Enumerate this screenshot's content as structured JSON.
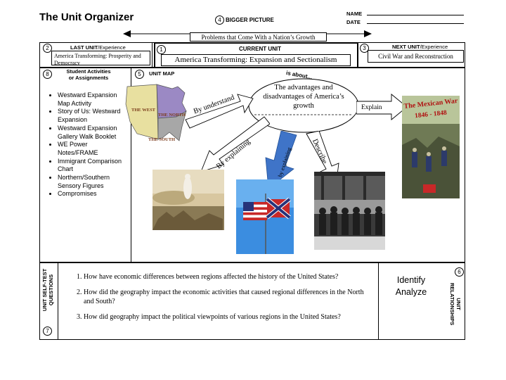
{
  "header": {
    "title": "The Unit Organizer",
    "bigger_picture_num": "4",
    "bigger_picture_label": "BIGGER PICTURE",
    "name_label": "NAME",
    "date_label": "DATE"
  },
  "bigger_picture": {
    "text": "Problems that Come With a Nation’s Growth"
  },
  "last_unit": {
    "num": "2",
    "label_bold": "LAST UNIT",
    "label_rest": "/Experience",
    "text": "America Transforming: Prosperity and Democracy"
  },
  "current_unit": {
    "num": "1",
    "label": "CURRENT UNIT",
    "text": "America Transforming: Expansion and Sectionalism"
  },
  "next_unit": {
    "num": "3",
    "label_bold": "NEXT UNIT",
    "label_rest": "/Experience",
    "text": "Civil War and Reconstruction"
  },
  "activities": {
    "num": "8",
    "label_line1": "Student Activities",
    "label_line2": "or Assignments",
    "items": [
      "Westward Expansion Map Activity",
      "Story of Us: Westward Expansion",
      "Westward Expansion Gallery Walk Booklet",
      "WE Power Notes/FRAME",
      "Immigrant Comparison Chart",
      "Northern/Southern Sensory Figures",
      "Compromises"
    ]
  },
  "unit_map": {
    "num": "5",
    "label": "UNIT MAP",
    "is_about": "is about...",
    "oval_text": "The advantages and disadvantages of America’s growth",
    "arrow_understand": "By understand",
    "arrow_explaining": "By explaining",
    "arrow_by_explaining": "by  explaining",
    "arrow_describe": "Describe",
    "arrow_explain": "Explain",
    "map_labels": [
      "THE WEST",
      "THE NORTH",
      "THE SOUTH"
    ],
    "poster_title": "The Mexican War",
    "poster_years": "1846 - 1848"
  },
  "self_test": {
    "num": "7",
    "label_line1": "UNIT SELF-TEST",
    "label_line2": "QUESTIONS",
    "questions": [
      "How have economic differences between regions affected the history of the United States?",
      "How did the geography impact the economic activities that caused regional differences in the North and South?",
      "How did geography impact the political viewpoints of various regions in the United States?"
    ]
  },
  "relationships": {
    "num": "6",
    "label": "UNIT RELATIONSHIPS",
    "items": [
      "Identify",
      "Analyze"
    ]
  },
  "colors": {
    "west": "#e8e0a0",
    "north": "#9b89c4",
    "south": "#a7a7a7",
    "blue_arrow": "#3f74c8"
  }
}
